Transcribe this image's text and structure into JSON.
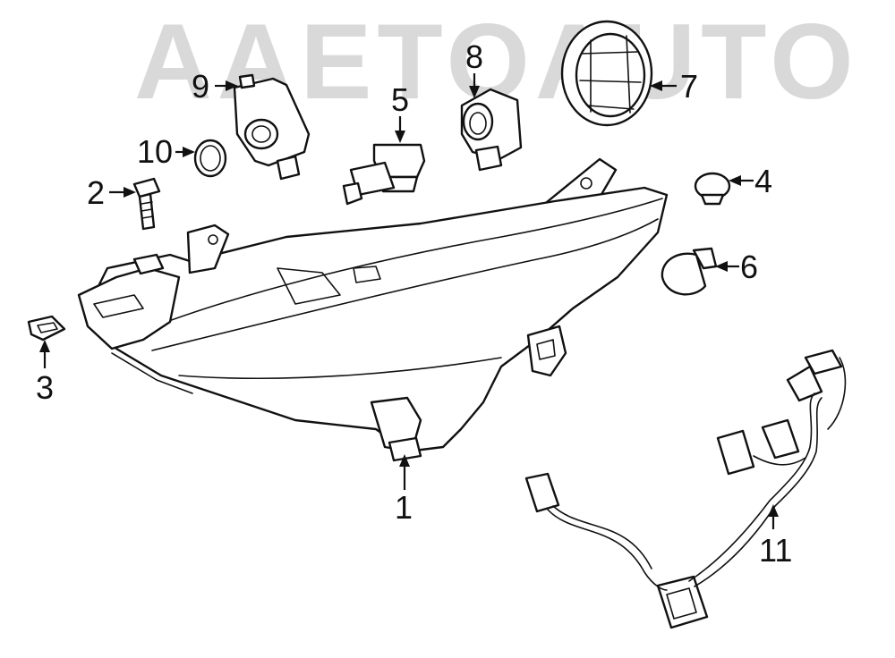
{
  "watermark": {
    "text": "AAETOAUTO"
  },
  "parts": [
    {
      "id": "headlamp-assembly",
      "label": "1"
    },
    {
      "id": "bolt",
      "label": "2"
    },
    {
      "id": "clip",
      "label": "3"
    },
    {
      "id": "cap",
      "label": "4"
    },
    {
      "id": "headlight-bulb",
      "label": "5"
    },
    {
      "id": "side-marker-bulb",
      "label": "6"
    },
    {
      "id": "bulb-cover-ring",
      "label": "7"
    },
    {
      "id": "socket",
      "label": "8"
    },
    {
      "id": "control-module",
      "label": "9"
    },
    {
      "id": "o-ring",
      "label": "10"
    },
    {
      "id": "wire-harness",
      "label": "11"
    }
  ],
  "colors": {
    "line": "#111111",
    "watermark": "#d9d9d9",
    "background": "#ffffff"
  }
}
